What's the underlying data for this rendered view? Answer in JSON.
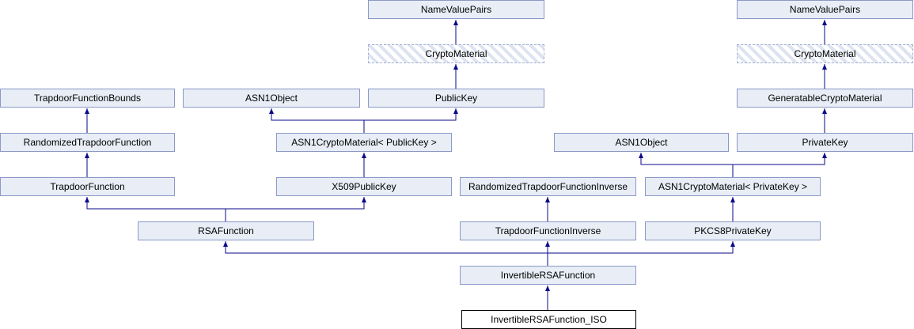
{
  "diagram": {
    "type": "class-inheritance-graph",
    "current_class": "InvertibleRSAFunction_ISO"
  },
  "nodes": {
    "namevaluepairs_1": "NameValuePairs",
    "cryptomaterial_1": "CryptoMaterial",
    "trapdoorfunctionbounds": "TrapdoorFunctionBounds",
    "asn1object_1": "ASN1Object",
    "publickey": "PublicKey",
    "randomizedtrapdoorfunction": "RandomizedTrapdoorFunction",
    "asn1cryptomaterial_publickey": "ASN1CryptoMaterial< PublicKey >",
    "trapdoorfunction": "TrapdoorFunction",
    "x509publickey": "X509PublicKey",
    "rsafunction": "RSAFunction",
    "namevaluepairs_2": "NameValuePairs",
    "cryptomaterial_2": "CryptoMaterial",
    "generatablecryptomaterial": "GeneratableCryptoMaterial",
    "asn1object_2": "ASN1Object",
    "privatekey": "PrivateKey",
    "randomizedtrapdoorfunctioninverse": "RandomizedTrapdoorFunctionInverse",
    "asn1cryptomaterial_privatekey": "ASN1CryptoMaterial< PrivateKey >",
    "trapdoorfunctioninverse": "TrapdoorFunctionInverse",
    "pkcs8privatekey": "PKCS8PrivateKey",
    "invertiblersafunction": "InvertibleRSAFunction",
    "invertiblersafunction_iso": "InvertibleRSAFunction_ISO"
  },
  "edges": [
    "CryptoMaterial(left) -> NameValuePairs(left)",
    "PublicKey -> CryptoMaterial(left)",
    "RandomizedTrapdoorFunction -> TrapdoorFunctionBounds",
    "ASN1CryptoMaterial< PublicKey > -> ASN1Object(left)",
    "ASN1CryptoMaterial< PublicKey > -> PublicKey",
    "TrapdoorFunction -> RandomizedTrapdoorFunction",
    "X509PublicKey -> ASN1CryptoMaterial< PublicKey >",
    "RSAFunction -> TrapdoorFunction",
    "RSAFunction -> X509PublicKey",
    "CryptoMaterial(right) -> NameValuePairs(right)",
    "GeneratableCryptoMaterial -> CryptoMaterial(right)",
    "PrivateKey -> GeneratableCryptoMaterial",
    "ASN1CryptoMaterial< PrivateKey > -> ASN1Object(right)",
    "ASN1CryptoMaterial< PrivateKey > -> PrivateKey",
    "PKCS8PrivateKey -> ASN1CryptoMaterial< PrivateKey >",
    "TrapdoorFunctionInverse -> RandomizedTrapdoorFunctionInverse",
    "InvertibleRSAFunction -> RSAFunction",
    "InvertibleRSAFunction -> TrapdoorFunctionInverse",
    "InvertibleRSAFunction -> PKCS8PrivateKey",
    "InvertibleRSAFunction_ISO -> InvertibleRSAFunction"
  ],
  "colors": {
    "node_fill": "#e8edf6",
    "node_border": "#8b99c7",
    "hatched_border": "#a2b0d4",
    "hatch_stripe": "#dde3f1",
    "edge": "#0a0a8a",
    "current_border": "#000000",
    "background": "#ffffff"
  }
}
